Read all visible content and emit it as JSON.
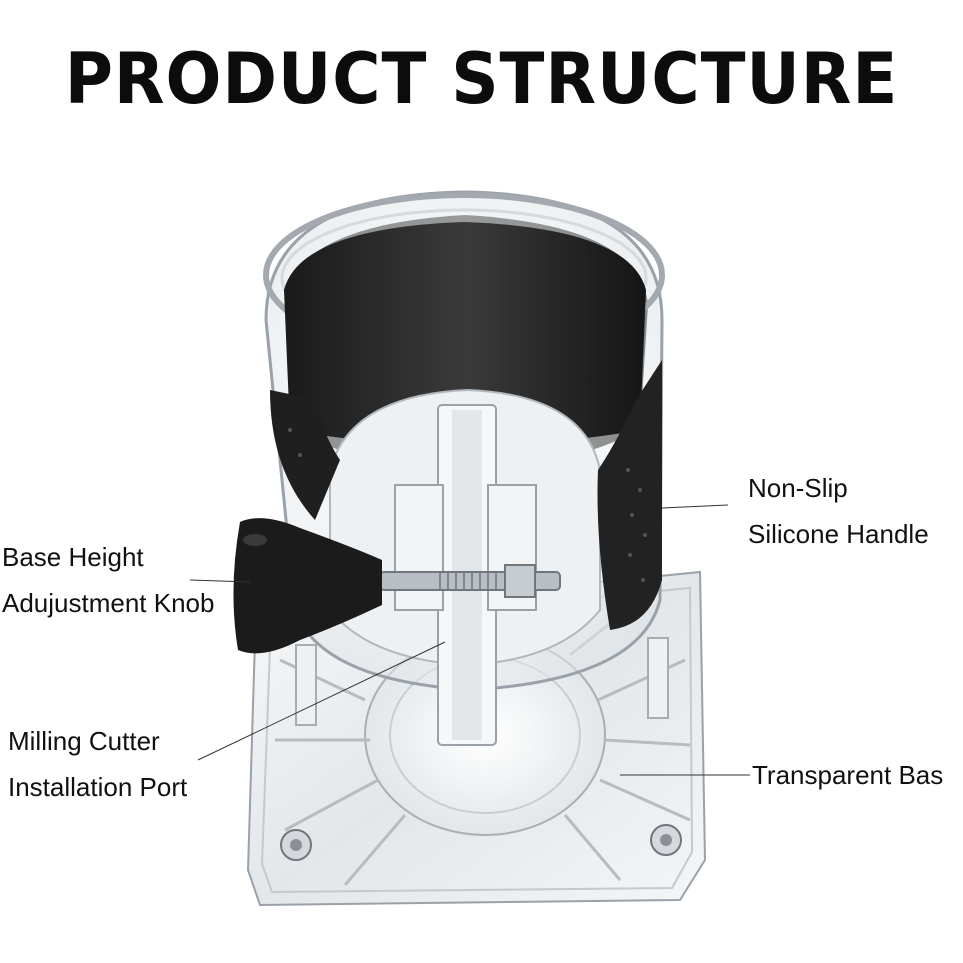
{
  "title": "PRODUCT STRUCTURE",
  "labels": {
    "handle": {
      "line1": "Non-Slip",
      "line2": "Silicone Handle"
    },
    "knob": {
      "line1": "Base Height",
      "line2": "Adujustment Knob"
    },
    "port": {
      "line1": "Milling Cutter",
      "line2": "Installation Port"
    },
    "base": {
      "line1": "Transparent Bas"
    }
  },
  "colors": {
    "acrylic": "#e9ecef",
    "acrylic_edge": "#9aa1a8",
    "handle": "#222222",
    "knob": "#1b1b1b",
    "screw": "#b9bec4"
  }
}
